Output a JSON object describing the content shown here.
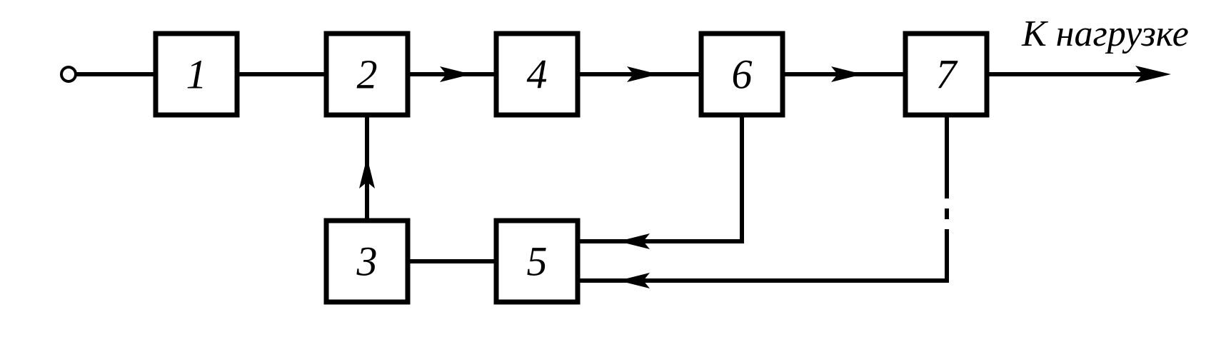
{
  "blocks": [
    {
      "id": "1",
      "label": "1"
    },
    {
      "id": "2",
      "label": "2"
    },
    {
      "id": "3",
      "label": "3"
    },
    {
      "id": "4",
      "label": "4"
    },
    {
      "id": "5",
      "label": "5"
    },
    {
      "id": "6",
      "label": "6"
    },
    {
      "id": "7",
      "label": "7"
    }
  ],
  "output": {
    "label": "К нагрузке"
  },
  "connections": [
    {
      "from": "input",
      "to": "1",
      "arrow": false
    },
    {
      "from": "1",
      "to": "2",
      "arrow": false
    },
    {
      "from": "2",
      "to": "4",
      "arrow": true
    },
    {
      "from": "4",
      "to": "6",
      "arrow": true
    },
    {
      "from": "6",
      "to": "7",
      "arrow": true
    },
    {
      "from": "7",
      "to": "output",
      "arrow": true
    },
    {
      "from": "3",
      "to": "2",
      "arrow": true
    },
    {
      "from": "3",
      "to": "5",
      "arrow": false
    },
    {
      "from": "6",
      "to": "5",
      "arrow": true
    },
    {
      "from": "7",
      "to": "5",
      "arrow": true,
      "style": "dash-dot"
    }
  ]
}
